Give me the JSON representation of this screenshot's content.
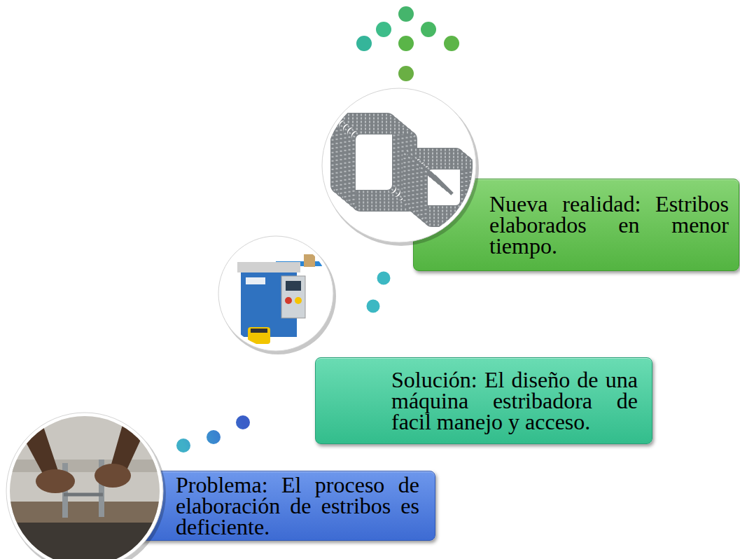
{
  "diagram": {
    "nodes": [
      {
        "text": [
          "Problema: El proceso de elaboración de estribos es deficiente."
        ]
      },
      {
        "text": [
          "Solución: El diseño de una máquina estribadora de facil manejo y acceso."
        ]
      },
      {
        "text": [
          "Nueva realidad: Estribos elaborados en menor tiempo."
        ]
      }
    ],
    "edges": [
      {
        "from": 0,
        "to": 1,
        "arrow": "none"
      },
      {
        "from": 1,
        "to": 2,
        "arrow": "none"
      }
    ]
  }
}
